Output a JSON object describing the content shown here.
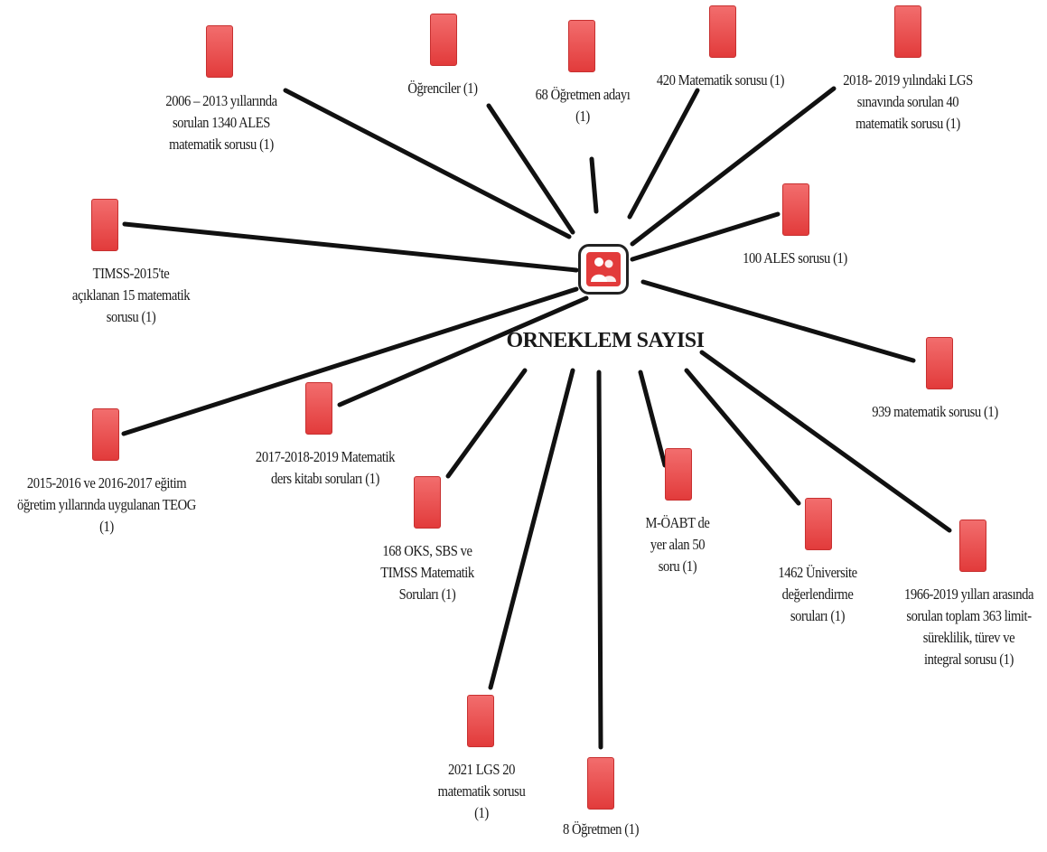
{
  "center": {
    "title": "ÖRNEKLEM SAYISI",
    "icon": "people-icon"
  },
  "nodes": [
    {
      "id": "ogrenciler",
      "lines": [
        "Öğrenciler (1)"
      ]
    },
    {
      "id": "ogretmen-aday",
      "lines": [
        "68 Öğretmen adayı",
        "(1)"
      ]
    },
    {
      "id": "420-matematik",
      "lines": [
        "420 Matematik sorusu (1)"
      ]
    },
    {
      "id": "lgs-2018-2019",
      "lines": [
        "2018- 2019 yılındaki LGS",
        "sınavında sorulan 40",
        "matematik sorusu (1)"
      ]
    },
    {
      "id": "ales-2006-2013",
      "lines": [
        "2006 – 2013 yıllarında",
        "sorulan 1340 ALES",
        "matematik sorusu (1)"
      ]
    },
    {
      "id": "ales-100",
      "lines": [
        "100 ALES sorusu (1)"
      ]
    },
    {
      "id": "timss-2015",
      "lines": [
        "TIMSS-2015'te",
        "açıklanan 15 matematik",
        "sorusu (1)"
      ]
    },
    {
      "id": "matematik-939",
      "lines": [
        "939 matematik sorusu (1)"
      ]
    },
    {
      "id": "teog",
      "lines": [
        "2015-2016 ve 2016-2017 eğitim",
        "öğretim yıllarında  uygulanan TEOG",
        "(1)"
      ]
    },
    {
      "id": "ders-kitabi",
      "lines": [
        "2017-2018-2019 Matematik",
        "ders kitabı soruları  (1)"
      ]
    },
    {
      "id": "oks-sbs",
      "lines": [
        "168 OKS, SBS ve",
        "TIMSS Matematik",
        "Soruları (1)"
      ]
    },
    {
      "id": "m-oabt",
      "lines": [
        "M-ÖABT de",
        "yer alan 50",
        "soru (1)"
      ]
    },
    {
      "id": "universite",
      "lines": [
        "1462 Üniversite",
        "değerlendirme",
        "soruları (1)"
      ]
    },
    {
      "id": "limit-sureklilik",
      "lines": [
        "1966-2019 yılları arasında",
        "sorulan  toplam 363 limit-",
        "süreklilik, türev ve",
        "integral sorusu (1)"
      ]
    },
    {
      "id": "lgs-2021",
      "lines": [
        "2021 LGS 20",
        "matematik sorusu",
        "(1)"
      ]
    },
    {
      "id": "ogretmen-8",
      "lines": [
        "8 Öğretmen (1)"
      ]
    }
  ],
  "colors": {
    "node": "#e23b3b",
    "edge": "#111111",
    "text": "#1a1a1a"
  }
}
